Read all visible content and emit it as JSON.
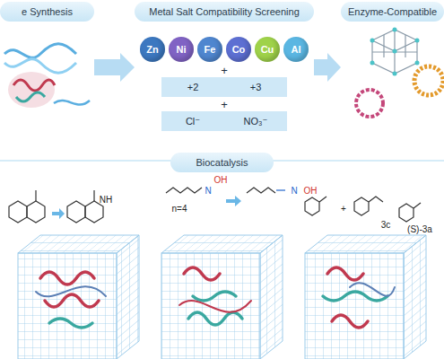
{
  "diagram": {
    "nodes": [
      {
        "text": [
          "e Synthesis"
        ]
      },
      {
        "text": [
          "Metal Salt Compatibility Screening"
        ]
      },
      {
        "text": [
          "Enzyme-Compatible"
        ]
      },
      {
        "text": [
          "Zn"
        ],
        "in": 1
      },
      {
        "text": [
          "Ni"
        ],
        "in": 1
      },
      {
        "text": [
          "Fe"
        ],
        "in": 1
      },
      {
        "text": [
          "Co"
        ],
        "in": 1
      },
      {
        "text": [
          "Cu"
        ],
        "in": 1
      },
      {
        "text": [
          "Al"
        ],
        "in": 1
      },
      {
        "text": [
          "+2"
        ],
        "in": 1
      },
      {
        "text": [
          "+3"
        ],
        "in": 1
      },
      {
        "text": [
          "Cl⁻"
        ],
        "in": 1
      },
      {
        "text": [
          "NO₃⁻"
        ],
        "in": 1
      },
      {
        "text": [
          "Biocatalysis"
        ]
      }
    ],
    "edges": [
      {
        "from": 0,
        "to": 1,
        "arrow": "to"
      },
      {
        "from": 1,
        "to": 2,
        "arrow": "to"
      }
    ],
    "labels": [
      "+",
      "+",
      "NH",
      "N",
      "OH",
      "n=4",
      "N",
      "OH",
      "+",
      "3c",
      "(S)-3a"
    ]
  }
}
